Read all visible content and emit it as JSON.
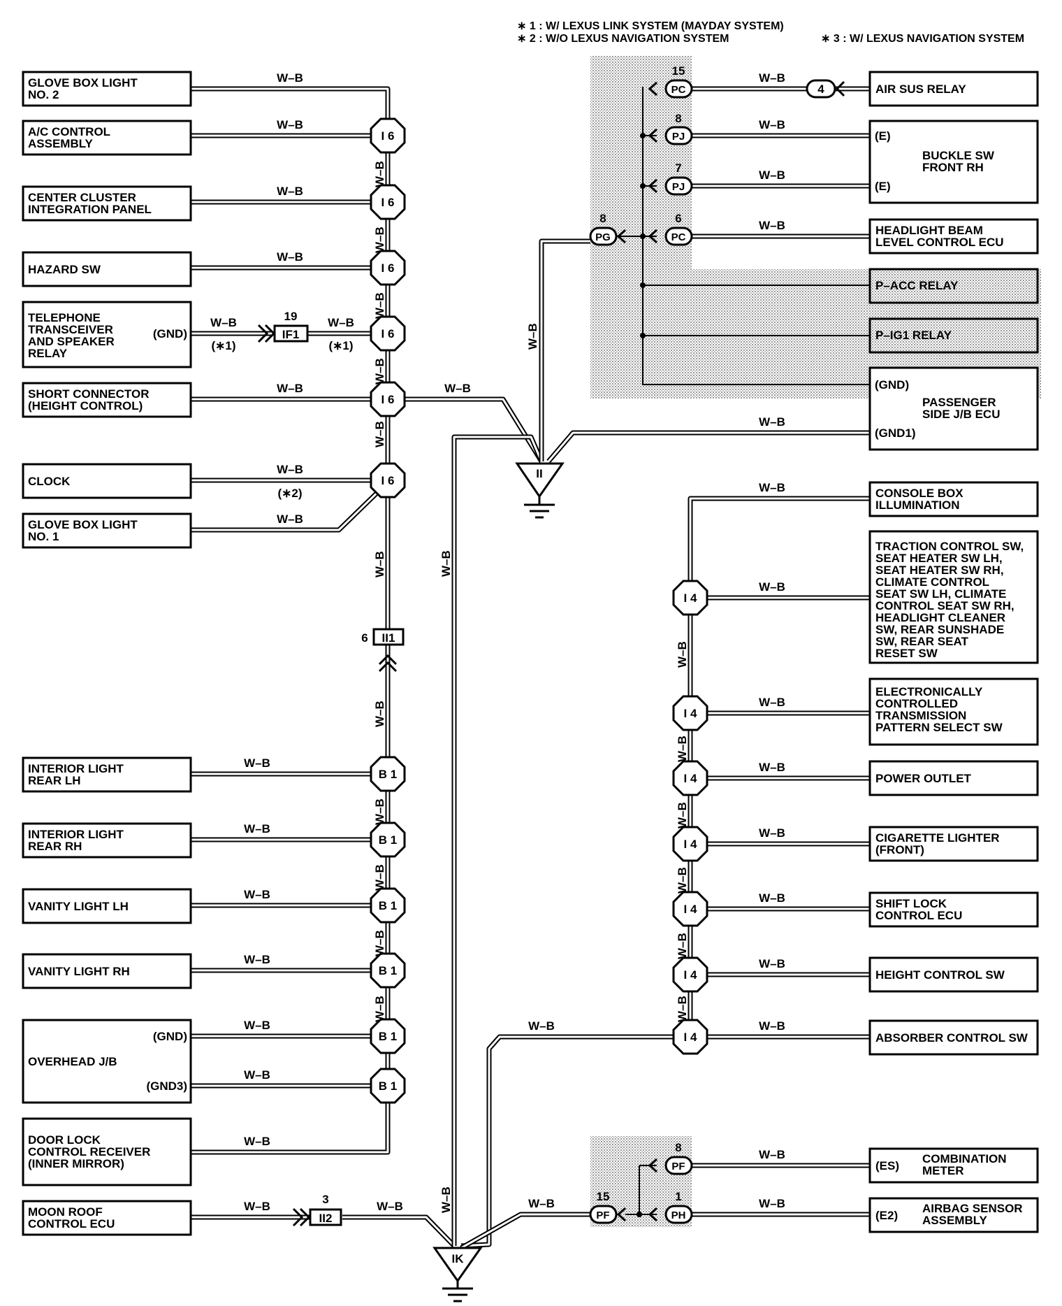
{
  "notes": {
    "n1": "∗ 1 : W/ LEXUS LINK SYSTEM (MAYDAY SYSTEM)",
    "n2": "∗ 2 : W/O LEXUS NAVIGATION SYSTEM",
    "n3": "∗ 3 : W/ LEXUS NAVIGATION SYSTEM"
  },
  "wire_code": "W–B",
  "left_components": {
    "glove_box_2": [
      "GLOVE BOX LIGHT",
      "NO. 2"
    ],
    "ac_control": [
      "A/C CONTROL",
      "ASSEMBLY"
    ],
    "center_cluster": [
      "CENTER CLUSTER",
      "INTEGRATION PANEL"
    ],
    "hazard": [
      "HAZARD SW"
    ],
    "telephone": [
      "TELEPHONE",
      "TRANSCEIVER",
      "AND SPEAKER",
      "RELAY"
    ],
    "telephone_pin": "(GND)",
    "short_connector": [
      "SHORT CONNECTOR",
      "(HEIGHT CONTROL)"
    ],
    "clock": [
      "CLOCK"
    ],
    "glove_box_1": [
      "GLOVE BOX LIGHT",
      "NO. 1"
    ],
    "interior_rear_lh": [
      "INTERIOR LIGHT",
      "REAR LH"
    ],
    "interior_rear_rh": [
      "INTERIOR LIGHT",
      "REAR RH"
    ],
    "vanity_lh": [
      "VANITY LIGHT LH"
    ],
    "vanity_rh": [
      "VANITY LIGHT RH"
    ],
    "overhead_jb": [
      "OVERHEAD J/B"
    ],
    "overhead_pin1": "(GND)",
    "overhead_pin2": "(GND3)",
    "door_lock": [
      "DOOR LOCK",
      "CONTROL RECEIVER",
      "(INNER MIRROR)"
    ],
    "moon_roof": [
      "MOON ROOF",
      "CONTROL ECU"
    ]
  },
  "right_components": {
    "air_sus": [
      "AIR SUS RELAY"
    ],
    "buckle_sw": [
      "BUCKLE SW",
      "FRONT RH"
    ],
    "buckle_pin": "(E)",
    "headlight_beam": [
      "HEADLIGHT BEAM",
      "LEVEL CONTROL ECU"
    ],
    "p_acc": [
      "P–ACC RELAY"
    ],
    "p_ig1": [
      "P–IG1 RELAY"
    ],
    "passenger_jb": [
      "PASSENGER",
      "SIDE J/B ECU"
    ],
    "passenger_pin1": "(GND)",
    "passenger_pin2": "(GND1)",
    "console_box": [
      "CONSOLE BOX",
      "ILLUMINATION"
    ],
    "traction": [
      "TRACTION CONTROL SW,",
      "SEAT HEATER SW LH,",
      "SEAT HEATER SW RH,",
      "CLIMATE CONTROL",
      "SEAT SW LH,  CLIMATE",
      "CONTROL SEAT SW RH,",
      "HEADLIGHT CLEANER",
      "SW,  REAR SUNSHADE",
      "SW,  REAR SEAT",
      "RESET SW"
    ],
    "ect_pattern": [
      "ELECTRONICALLY",
      "CONTROLLED",
      "TRANSMISSION",
      "PATTERN SELECT SW"
    ],
    "power_outlet": [
      "POWER OUTLET"
    ],
    "cigarette": [
      "CIGARETTE LIGHTER",
      "(FRONT)"
    ],
    "shift_lock": [
      "SHIFT LOCK",
      "CONTROL ECU"
    ],
    "height_control": [
      "HEIGHT CONTROL SW"
    ],
    "absorber": [
      "ABSORBER CONTROL SW"
    ],
    "combination_meter": [
      "COMBINATION",
      "METER"
    ],
    "combination_pin": "(ES)",
    "airbag": [
      "AIRBAG SENSOR",
      "ASSEMBLY"
    ],
    "airbag_pin": "(E2)"
  },
  "splices": {
    "i6": "I 6",
    "b1": "B 1",
    "i4": "I 4"
  },
  "connectors": {
    "if1": "IF1",
    "if1_pin": "19",
    "ii1": "II1",
    "ii1_pin": "6",
    "ii2": "II2",
    "ii2_pin": "3",
    "c4": "4",
    "pc": "PC",
    "pj": "PJ",
    "pg": "PG",
    "pf": "PF",
    "ph": "PH",
    "pc15": "15",
    "pj8": "8",
    "pj7": "7",
    "pc6": "6",
    "pg8": "8",
    "pf8": "8",
    "pf15": "15",
    "ph1": "1"
  },
  "grounds": {
    "ii": "II",
    "ik": "IK"
  },
  "notes_ref": {
    "s1": "(∗1)",
    "s2": "(∗2)"
  }
}
